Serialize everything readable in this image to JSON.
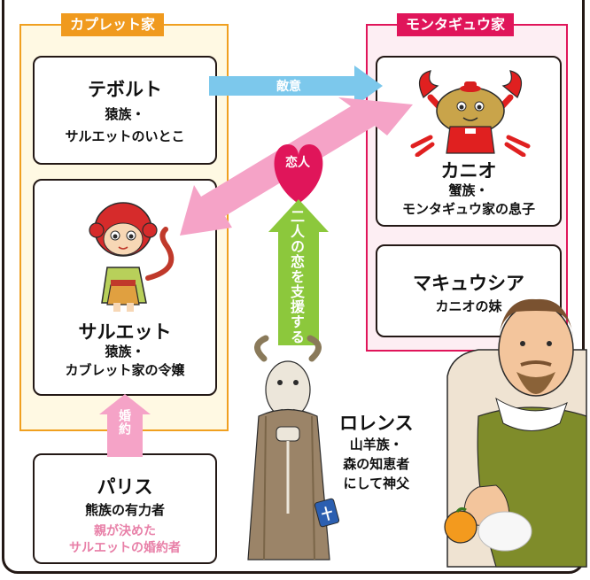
{
  "houses": {
    "capulet": {
      "label": "カプレット家"
    },
    "montague": {
      "label": "モンタギュウ家"
    }
  },
  "characters": {
    "tybalt": {
      "name": "テボルト",
      "desc": [
        "猿族・",
        "サルエットのいとこ"
      ]
    },
    "juliet": {
      "name": "サルエット",
      "desc": [
        "猿族・",
        "カブレット家の令嬢"
      ]
    },
    "romeo": {
      "name": "カニオ",
      "desc": [
        "蟹族・",
        "モンタギュウ家の息子"
      ]
    },
    "mercutio": {
      "name": "マキュウシア",
      "desc": [
        "カニオの妹"
      ]
    },
    "paris": {
      "name": "パリス",
      "desc": [
        "熊族の有力者"
      ],
      "note": [
        "親が決めた",
        "サルエットの婚約者"
      ]
    },
    "lorenzo": {
      "name": "ロレンス",
      "desc": [
        "山羊族・",
        "森の知恵者",
        "にして神父"
      ]
    }
  },
  "relations": {
    "enmity": "敵意",
    "lovers": "恋人",
    "support": "二人の恋を支援する",
    "betrothal": "婚約"
  },
  "colors": {
    "capulet": "#f09a1e",
    "montague": "#e0155a",
    "enmity_arrow": "#7cc8ec",
    "love_arrow": "#f5a3c7",
    "support_arrow": "#8cc83c",
    "betrothal_arrow": "#f5a3c7"
  }
}
